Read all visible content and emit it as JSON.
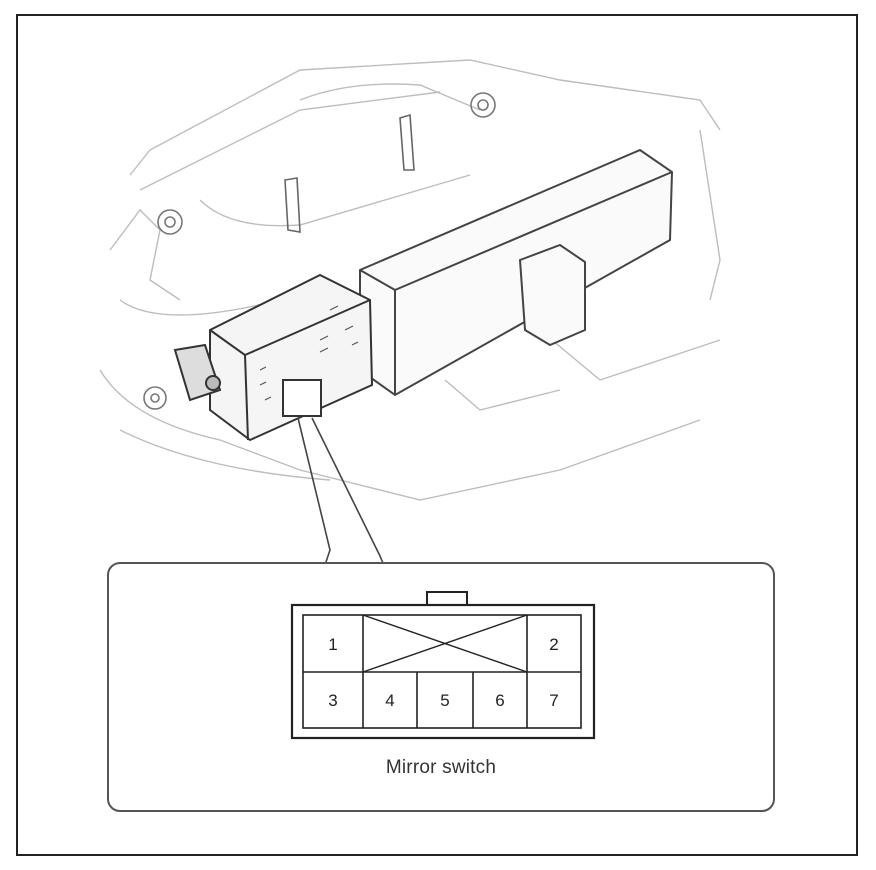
{
  "connector": {
    "caption": "Mirror switch",
    "pins": {
      "p1": "1",
      "p2": "2",
      "p3": "3",
      "p4": "4",
      "p5": "5",
      "p6": "6",
      "p7": "7"
    }
  },
  "colors": {
    "line": "#555555",
    "frame": "#222222",
    "background": "#ffffff"
  }
}
